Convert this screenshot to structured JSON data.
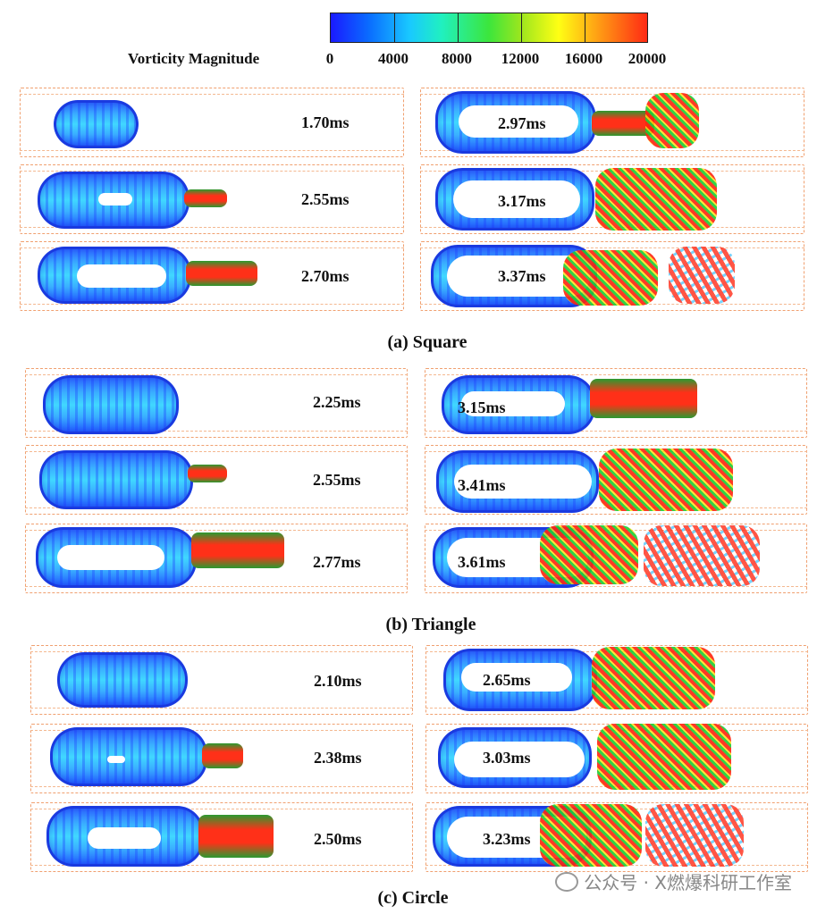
{
  "legend": {
    "title": "Vorticity Magnitude",
    "ticks": [
      "0",
      "4000",
      "8000",
      "12000",
      "16000",
      "20000"
    ]
  },
  "panels": [
    {
      "caption": "(a) Square",
      "left_times": [
        "1.70ms",
        "2.55ms",
        "2.70ms"
      ],
      "right_times": [
        "2.97ms",
        "3.17ms",
        "3.37ms"
      ]
    },
    {
      "caption": "(b) Triangle",
      "left_times": [
        "2.25ms",
        "2.55ms",
        "2.77ms"
      ],
      "right_times": [
        "3.15ms",
        "3.41ms",
        "3.61ms"
      ]
    },
    {
      "caption": "(c) Circle",
      "left_times": [
        "2.10ms",
        "2.38ms",
        "2.50ms"
      ],
      "right_times": [
        "2.65ms",
        "3.03ms",
        "3.23ms"
      ]
    }
  ],
  "watermark": "公众号 · X燃爆科研工作室",
  "colors": {
    "box_dash": "#f0a070",
    "low_vorticity": "#1a1aff",
    "high_vorticity": "#ff2a14"
  }
}
